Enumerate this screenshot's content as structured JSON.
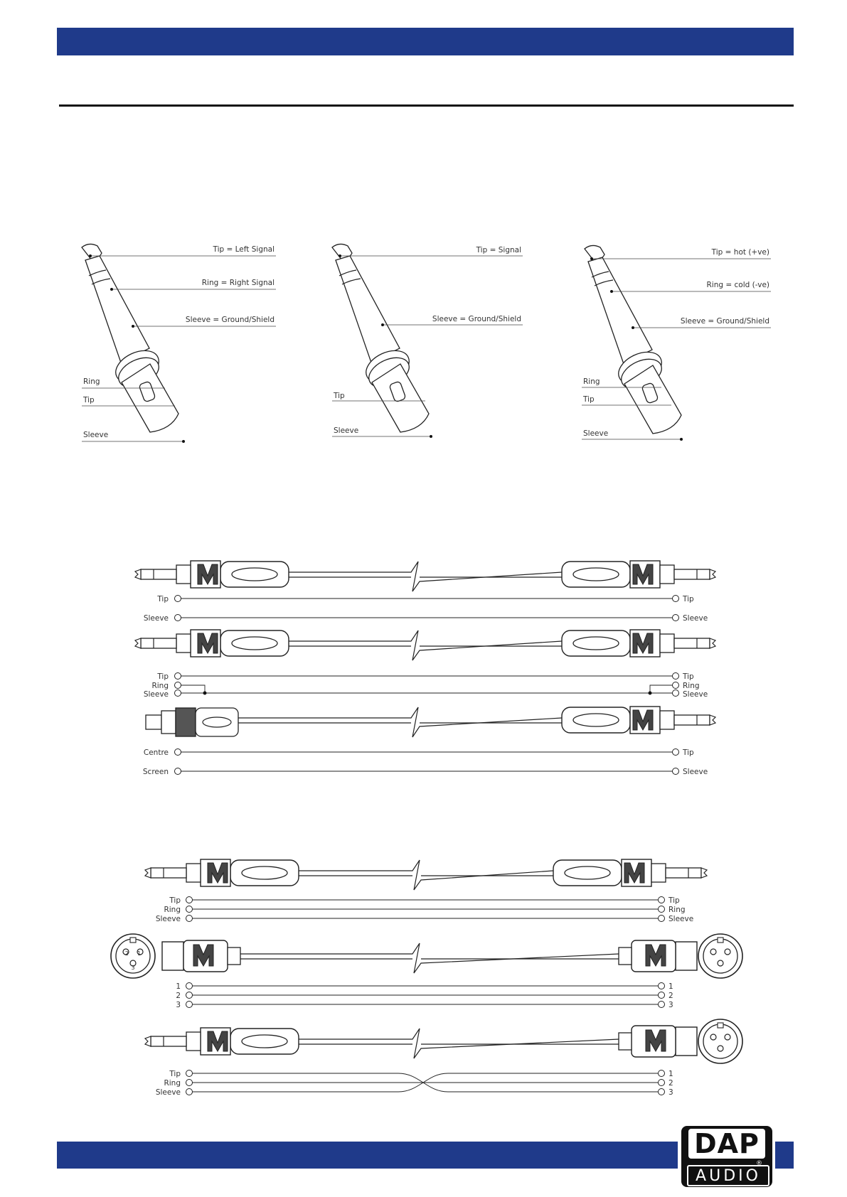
{
  "brand": {
    "name": "DAP",
    "sub": "AUDIO",
    "reg": "®"
  },
  "jack_diagrams": [
    {
      "labels": [
        "Tip = Left Signal",
        "Ring = Right Signal",
        "Sleeve = Ground/Shield",
        "Ring",
        "Tip",
        "Sleeve"
      ]
    },
    {
      "labels": [
        "Tip = Signal",
        "Sleeve = Ground/Shield",
        "Tip",
        "Sleeve"
      ]
    },
    {
      "labels": [
        "Tip = hot (+ve)",
        "Ring = cold (-ve)",
        "Sleeve = Ground/Shield",
        "Ring",
        "Tip",
        "Sleeve"
      ]
    }
  ],
  "cables_a": [
    {
      "left": [
        "Tip",
        "Sleeve"
      ],
      "right": [
        "Tip",
        "Sleeve"
      ]
    },
    {
      "left": [
        "Tip",
        "Ring",
        "Sleeve"
      ],
      "right": [
        "Tip",
        "Ring",
        "Sleeve"
      ]
    },
    {
      "left": [
        "Centre",
        "Screen"
      ],
      "right": [
        "Tip",
        "Sleeve"
      ]
    }
  ],
  "cables_b": [
    {
      "left": [
        "Tip",
        "Ring",
        "Sleeve"
      ],
      "right": [
        "Tip",
        "Ring",
        "Sleeve"
      ]
    },
    {
      "left": [
        "1",
        "2",
        "3"
      ],
      "right": [
        "1",
        "2",
        "3"
      ]
    },
    {
      "left": [
        "Tip",
        "Ring",
        "Sleeve"
      ],
      "right": [
        "1",
        "2",
        "3"
      ]
    }
  ],
  "xlr_pins": [
    "1",
    "2",
    "3"
  ]
}
